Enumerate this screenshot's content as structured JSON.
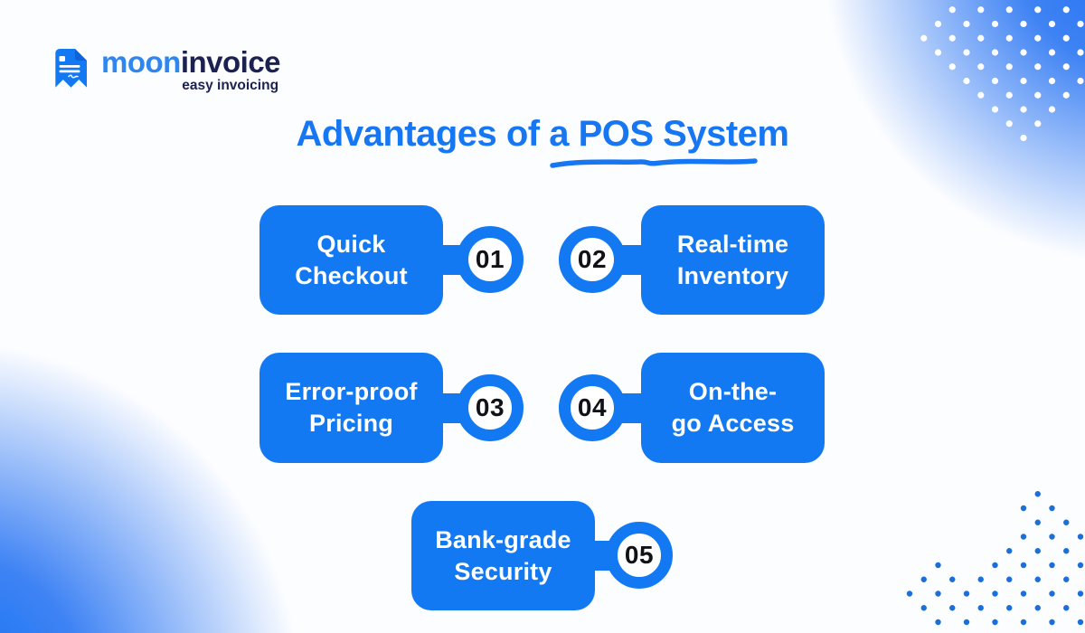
{
  "brand": {
    "name_part1": "moon",
    "name_part2": "invoice",
    "tagline": "easy invoicing"
  },
  "title": {
    "text": "Advantages of a POS System"
  },
  "cards": [
    {
      "number": "01",
      "line1": "Quick",
      "line2": "Checkout"
    },
    {
      "number": "02",
      "line1": "Real-time",
      "line2": "Inventory"
    },
    {
      "number": "03",
      "line1": "Error-proof",
      "line2": "Pricing"
    },
    {
      "number": "04",
      "line1": "On-the-",
      "line2": "go Access"
    },
    {
      "number": "05",
      "line1": "Bank-grade",
      "line2": "Security"
    }
  ],
  "theme": {
    "primary_blue": "#1379f2",
    "title_blue": "#1777f2",
    "brand_navy": "#1b2150",
    "brand_light_blue": "#2e86ee",
    "corner_gradient_blue": "#1f6ff2",
    "number_color": "#101218",
    "card_text_color": "#ffffff",
    "dot_white": "#ffffff",
    "dot_blue": "#1a6fd8"
  },
  "icons": {
    "logo": "invoice-ribbon-icon",
    "decor_top_right": "white-dots-pattern",
    "decor_bottom_right": "blue-dots-pattern",
    "title_decor": "hand-drawn-underline"
  }
}
